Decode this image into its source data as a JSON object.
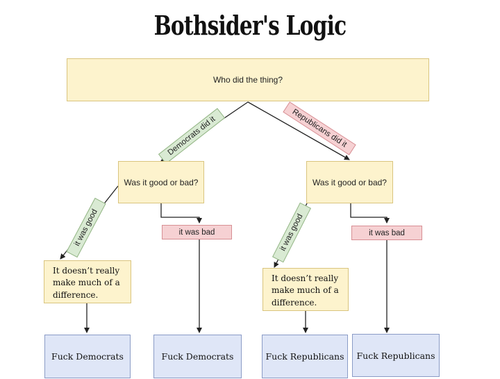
{
  "title": "Bothsider's Logic",
  "root": {
    "question": "Who did the thing?"
  },
  "branches": {
    "left": {
      "label": "Democrats did it",
      "question": "Was it good or bad?",
      "good_label": "it was good",
      "bad_label": "it was bad",
      "good_note": "It doesn’t really make much of a difference.",
      "good_result": "Fuck Democrats",
      "bad_result": "Fuck Democrats"
    },
    "right": {
      "label": "Republicans did it",
      "question": "Was it good or bad?",
      "good_label": "it was good",
      "bad_label": "it was bad",
      "good_note": "It doesn’t really make much of a difference.",
      "good_result": "Fuck Republicans",
      "bad_result": "Fuck Republicans"
    }
  },
  "colors": {
    "question_fill": "#fdf3cd",
    "good_fill": "#d9ead3",
    "bad_fill": "#f6d1d3",
    "result_fill": "#dfe6f7",
    "connector": "#222222"
  }
}
